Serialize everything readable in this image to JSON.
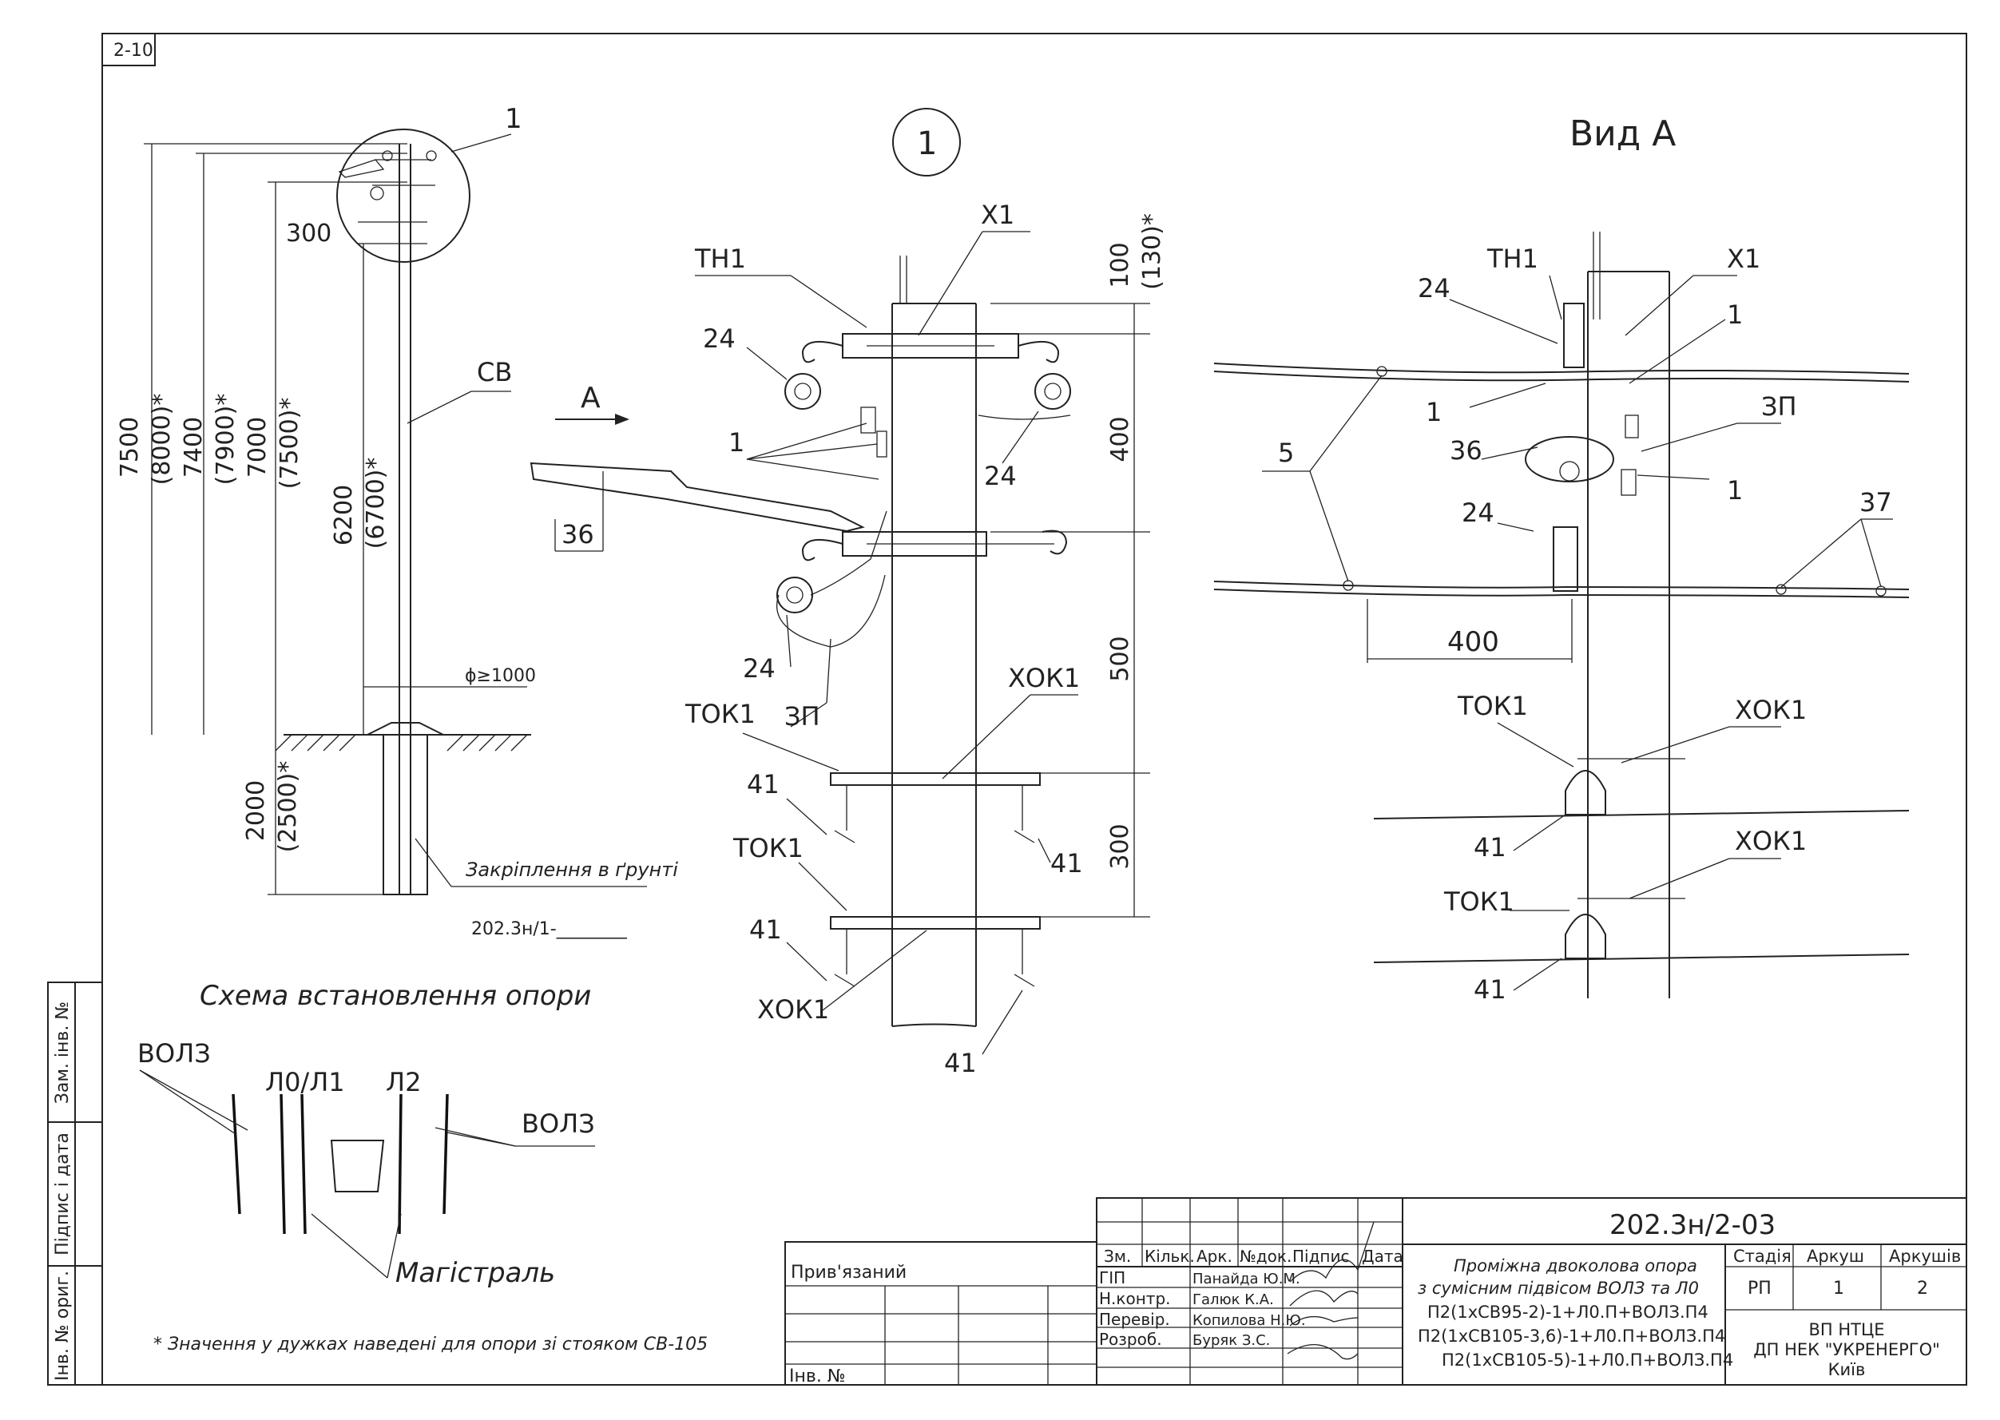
{
  "sheet_tag": "2-10",
  "left_view": {
    "callout": "1",
    "dims": {
      "d7500": "7500",
      "d8000": "(8000)*",
      "d7400": "7400",
      "d7900": "(7900)*",
      "d7000": "7000",
      "d7500b": "(7500)*",
      "d6200": "6200",
      "d6700": "(6700)*",
      "d300": "300",
      "d2000": "2000",
      "d2500": "(2500)*",
      "diam": "ϕ≥1000"
    },
    "pole_label": "СВ",
    "ground_note": "Закріплення в ґрунті",
    "ground_ref": "202.3н/1-________"
  },
  "scheme": {
    "title": "Схема встановлення опори",
    "vol3_left": "ВОЛЗ",
    "l0l1": "Л0/Л1",
    "l2": "Л2",
    "vol3_right": "ВОЛЗ",
    "trunk": "Магістраль"
  },
  "footnote": "* Значення у дужках наведені для опори зі стояком СВ-105",
  "detail1": {
    "title": "1",
    "arrow": "A",
    "labels": {
      "x1": "Х1",
      "th1": "ТН1",
      "n24a": "24",
      "n24b": "24",
      "n24c": "24",
      "n1": "1",
      "n36": "36",
      "zp": "ЗП",
      "tok1a": "ТОК1",
      "tok1b": "ТОК1",
      "xok1a": "ХОК1",
      "xok1b": "ХОК1",
      "n41a": "41",
      "n41b": "41",
      "n41c": "41",
      "n41d": "41"
    },
    "dims": {
      "d100": "100",
      "d130": "(130)*",
      "d400": "400",
      "d500": "500",
      "d300": "300"
    }
  },
  "view_a": {
    "title": "Вид А",
    "labels": {
      "th1": "ТН1",
      "x1": "Х1",
      "n24a": "24",
      "n1a": "1",
      "n1b": "1",
      "n1c": "1",
      "zp": "ЗП",
      "n36": "36",
      "n5": "5",
      "n24b": "24",
      "n37": "37",
      "d400": "400",
      "tok1a": "ТОК1",
      "xok1a": "ХОК1",
      "n41a": "41",
      "xok1b": "ХОК1",
      "tok1b": "ТОК1",
      "n41b": "41"
    }
  },
  "side_stamp": {
    "zam": "Зам. інв. №",
    "pidpys": "Підпис і дата",
    "inv": "Інв. № ориг."
  },
  "title_block": {
    "pryvyazanyi": "Прив'язаний",
    "inv": "Інв. №",
    "code": "202.3н/2-03",
    "headers": [
      "Зм.",
      "Кільк.",
      "Арк.",
      "№док.",
      "Підпис",
      "Дата"
    ],
    "roles": [
      "ГІП",
      "Н.контр.",
      "Перевір.",
      "Розроб."
    ],
    "names": [
      "Панайда Ю.М.",
      "Галюк К.А.",
      "Копилова Н.Ю.",
      "Буряк З.С."
    ],
    "description": [
      "Проміжна двоколова опора",
      "з сумісним підвісом ВОЛЗ та Л0",
      "П2(1хСВ95-2)-1+Л0.П+ВОЛЗ.П4",
      "П2(1хСВ105-3,6)-1+Л0.П+ВОЛЗ.П4",
      "П2(1хСВ105-5)-1+Л0.П+ВОЛЗ.П4"
    ],
    "stage_h": "Стадія",
    "sheet_h": "Аркуш",
    "sheets_h": "Аркушів",
    "stage": "РП",
    "sheet": "1",
    "sheets": "2",
    "org": [
      "ВП НТЦЕ",
      "ДП НЕК \"УКРЕНЕРГО\"",
      "Київ"
    ]
  }
}
